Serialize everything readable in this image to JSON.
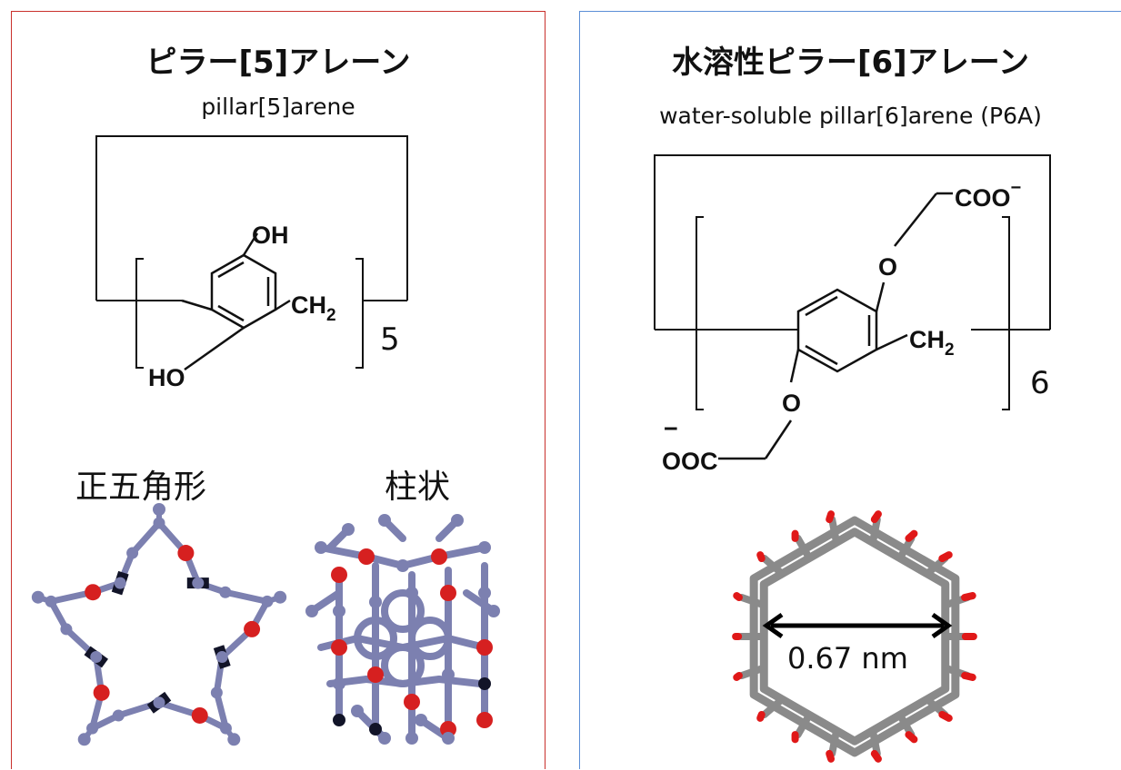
{
  "left_panel": {
    "title": "ピラー[5]アレーン",
    "subtitle": "pillar[5]arene",
    "structure": {
      "oh_top": "OH",
      "ho_bottom": "HO",
      "ch2": "CH",
      "ch2_sub": "2",
      "repeat": "5"
    },
    "caption_pentagon": "正五角形",
    "caption_column": "柱状",
    "colors": {
      "frame": "#c9302c",
      "carbon": "#7c80b0",
      "oxygen": "#d62020",
      "dark": "#121428"
    }
  },
  "right_panel": {
    "title": "水溶性ピラー[6]アレーン",
    "subtitle": "water-soluble pillar[6]arene (P6A)",
    "structure": {
      "coo": "COO",
      "coo_charge": "−",
      "ooc": "OOC",
      "ooc_charge": "−",
      "o_top": "O",
      "o_bottom": "O",
      "ch2": "CH",
      "ch2_sub": "2",
      "repeat": "6"
    },
    "diameter_label": "0.67 nm",
    "colors": {
      "frame": "#5b8ed6",
      "carbon": "#8a8a8a",
      "oxygen": "#e01818"
    }
  }
}
